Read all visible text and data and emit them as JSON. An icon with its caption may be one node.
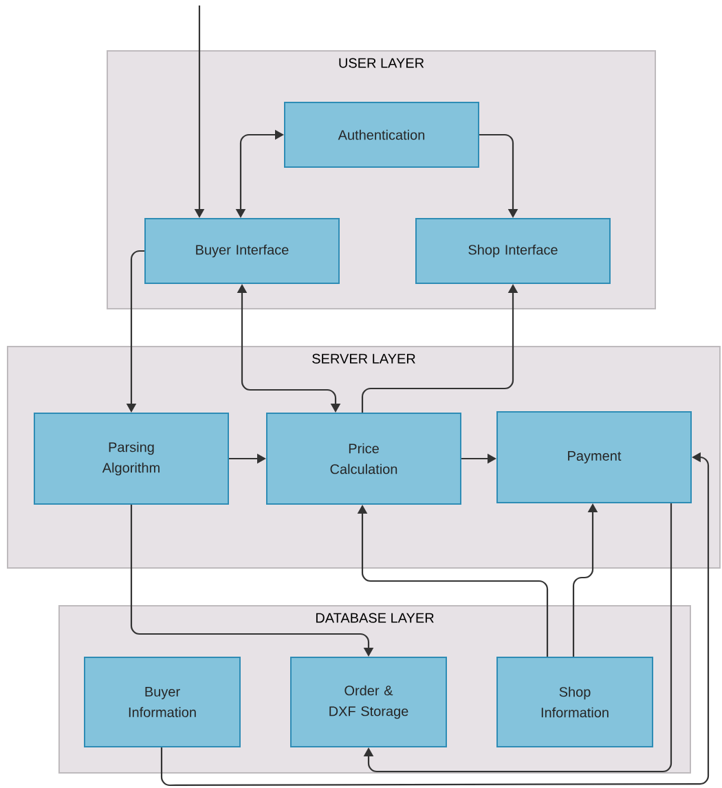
{
  "diagram": {
    "nodes": [
      {
        "text": [
          "USER LAYER"
        ]
      },
      {
        "text": [
          "Authentication"
        ],
        "in": 0
      },
      {
        "text": [
          "Buyer Interface"
        ],
        "in": 0
      },
      {
        "text": [
          "Shop Interface"
        ],
        "in": 0
      },
      {
        "text": [
          "SERVER LAYER"
        ]
      },
      {
        "text": [
          "Parsing Algorithm"
        ],
        "in": 4
      },
      {
        "text": [
          "Price Calculation"
        ],
        "in": 4
      },
      {
        "text": [
          "Payment"
        ],
        "in": 4
      },
      {
        "text": [
          "DATABASE LAYER"
        ]
      },
      {
        "text": [
          "Buyer Information"
        ],
        "in": 8
      },
      {
        "text": [
          "Order & DXF Storage"
        ],
        "in": 8
      },
      {
        "text": [
          "Shop Information"
        ],
        "in": 8
      }
    ],
    "edges": [
      {
        "from": null,
        "to": 2,
        "arrow": "to"
      },
      {
        "from": 2,
        "to": 1,
        "arrow": "both"
      },
      {
        "from": 1,
        "to": 3,
        "arrow": "to"
      },
      {
        "from": 2,
        "to": 5,
        "arrow": "to"
      },
      {
        "from": 2,
        "to": 6,
        "arrow": "both"
      },
      {
        "from": 6,
        "to": 3,
        "arrow": "to"
      },
      {
        "from": 5,
        "to": 6,
        "arrow": "to"
      },
      {
        "from": 6,
        "to": 7,
        "arrow": "to"
      },
      {
        "from": 5,
        "to": 10,
        "arrow": "to"
      },
      {
        "from": 11,
        "to": 6,
        "arrow": "to"
      },
      {
        "from": 11,
        "to": 7,
        "arrow": "to"
      },
      {
        "from": 7,
        "to": 10,
        "arrow": "to"
      },
      {
        "from": 9,
        "to": 7,
        "arrow": "to"
      }
    ]
  }
}
